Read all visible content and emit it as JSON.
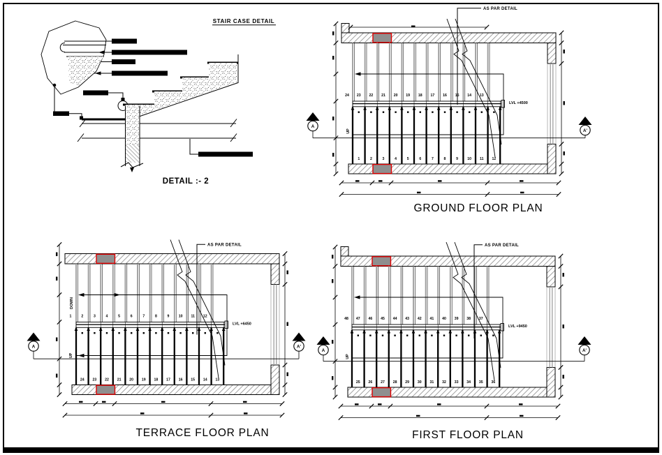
{
  "page": {
    "background": "#ffffff",
    "line_color": "#000000",
    "accent_red": "#e00000",
    "column_fill": "#8f8f8f",
    "overhead_gray": "#9b9b9b",
    "hatch_gray": "#8a8a8a",
    "window_gray": "#a5a5a5"
  },
  "detail_section": {
    "title": "STAIR CASE DETAIL",
    "caption": "DETAIL :- 2"
  },
  "plans": [
    {
      "id": "ground",
      "title": "GROUND FLOOR PLAN",
      "level_label": "LVL +4500",
      "detail_note": "AS PAR DETAIL",
      "section_marker_left": "A",
      "section_marker_right": "A'",
      "direction_labels": [
        "UP"
      ],
      "upper_run_numbers": [
        "24",
        "23",
        "22",
        "21",
        "20",
        "19",
        "18",
        "17",
        "16",
        "15",
        "14",
        "13"
      ],
      "lower_run_numbers": [
        "1",
        "2",
        "3",
        "4",
        "5",
        "6",
        "7",
        "8",
        "9",
        "10",
        "11",
        "12"
      ]
    },
    {
      "id": "terrace",
      "title": "TERRACE FLOOR PLAN",
      "level_label": "LVL +6450",
      "detail_note": "AS PAR DETAIL",
      "section_marker_left": "A",
      "section_marker_right": "A'",
      "direction_labels": [
        "DOWN",
        "UP"
      ],
      "upper_run_numbers": [
        "1",
        "2",
        "3",
        "4",
        "5",
        "6",
        "7",
        "8",
        "9",
        "10",
        "11",
        "12"
      ],
      "lower_run_numbers": [
        "24",
        "23",
        "22",
        "21",
        "20",
        "19",
        "18",
        "17",
        "16",
        "15",
        "14",
        "13"
      ]
    },
    {
      "id": "first",
      "title": "FIRST FLOOR PLAN",
      "level_label": "LVL +9450",
      "detail_note": "AS PAR DETAIL",
      "section_marker_left": "A",
      "section_marker_right": "A'",
      "direction_labels": [
        "UP"
      ],
      "upper_run_numbers": [
        "48",
        "47",
        "46",
        "45",
        "44",
        "43",
        "42",
        "41",
        "40",
        "39",
        "38",
        "37"
      ],
      "lower_run_numbers": [
        "25",
        "26",
        "27",
        "28",
        "29",
        "30",
        "31",
        "32",
        "33",
        "34",
        "35",
        "36"
      ]
    }
  ]
}
